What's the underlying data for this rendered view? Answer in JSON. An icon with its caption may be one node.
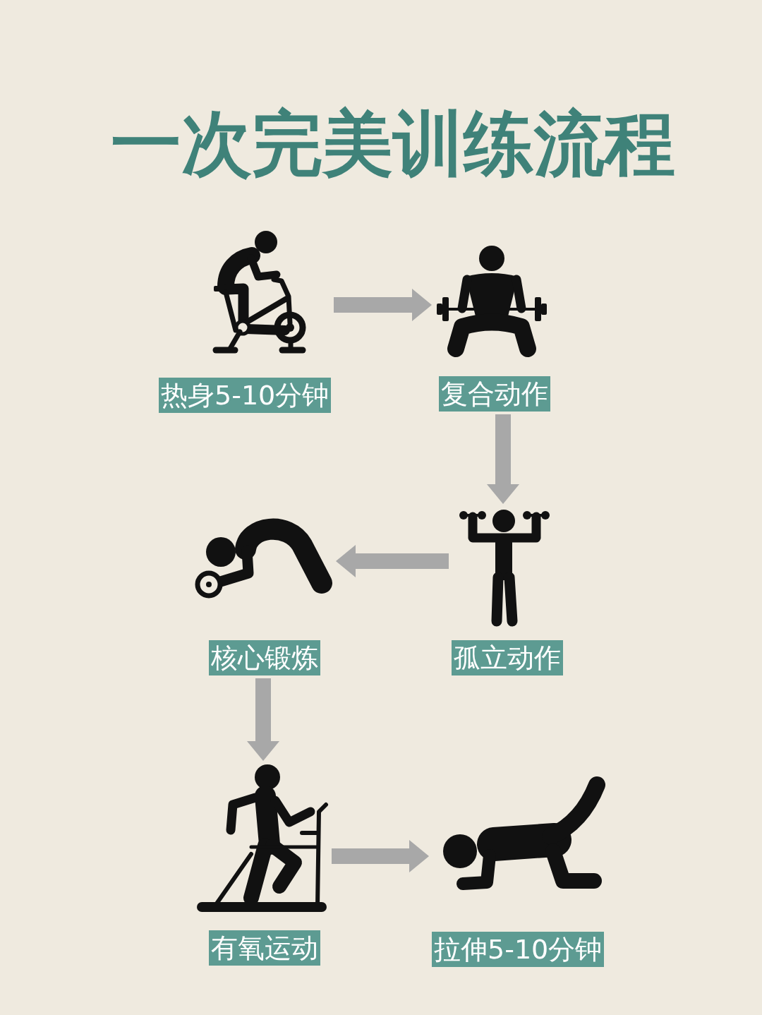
{
  "diagram": {
    "title": "一次完美训练流程",
    "nodes": [
      {
        "text": [
          "热身5-10分钟"
        ]
      },
      {
        "text": [
          "复合动作"
        ]
      },
      {
        "text": [
          "核心锻炼"
        ]
      },
      {
        "text": [
          "孤立动作"
        ]
      },
      {
        "text": [
          "有氧运动"
        ]
      },
      {
        "text": [
          "拉伸5-10分钟"
        ]
      }
    ],
    "edges": [
      {
        "from": 0,
        "to": 1,
        "arrow": "to"
      },
      {
        "from": 1,
        "to": 3,
        "arrow": "to"
      },
      {
        "from": 3,
        "to": 2,
        "arrow": "to"
      },
      {
        "from": 2,
        "to": 4,
        "arrow": "to"
      },
      {
        "from": 4,
        "to": 5,
        "arrow": "to"
      }
    ]
  }
}
